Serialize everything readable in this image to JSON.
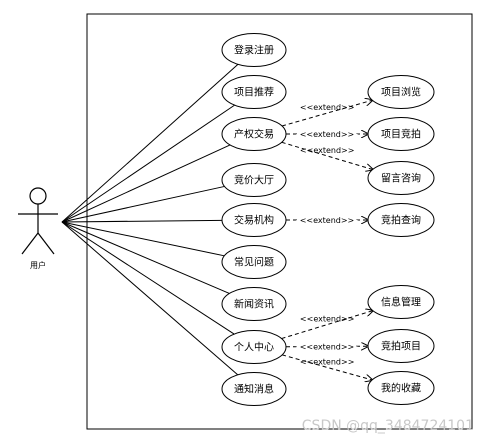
{
  "actor": {
    "name": "用户"
  },
  "use_cases": [
    {
      "id": "uc1",
      "label": "登录注册"
    },
    {
      "id": "uc2",
      "label": "项目推荐"
    },
    {
      "id": "uc3",
      "label": "产权交易"
    },
    {
      "id": "uc4",
      "label": "竞价大厅"
    },
    {
      "id": "uc5",
      "label": "交易机构"
    },
    {
      "id": "uc6",
      "label": "常见问题"
    },
    {
      "id": "uc7",
      "label": "新闻资讯"
    },
    {
      "id": "uc8",
      "label": "个人中心"
    },
    {
      "id": "uc9",
      "label": "通知消息"
    }
  ],
  "extension_cases": [
    {
      "id": "ex1",
      "label": "项目浏览"
    },
    {
      "id": "ex2",
      "label": "项目竞拍"
    },
    {
      "id": "ex3",
      "label": "留言咨询"
    },
    {
      "id": "ex4",
      "label": "竞拍查询"
    },
    {
      "id": "ex5",
      "label": "信息管理"
    },
    {
      "id": "ex6",
      "label": "竞拍项目"
    },
    {
      "id": "ex7",
      "label": "我的收藏"
    }
  ],
  "relations": [
    {
      "from": "uc3",
      "to": "ex1",
      "label": "<<extend>>"
    },
    {
      "from": "uc3",
      "to": "ex2",
      "label": "<<extend>>"
    },
    {
      "from": "uc3",
      "to": "ex3",
      "label": "<<extend>>"
    },
    {
      "from": "uc5",
      "to": "ex4",
      "label": "<<extend>>"
    },
    {
      "from": "uc8",
      "to": "ex5",
      "label": "<<extend>>"
    },
    {
      "from": "uc8",
      "to": "ex6",
      "label": "<<extend>>"
    },
    {
      "from": "uc8",
      "to": "ex7",
      "label": "<<extend>>"
    }
  ],
  "watermark": "CSDN @qq_3484724101"
}
